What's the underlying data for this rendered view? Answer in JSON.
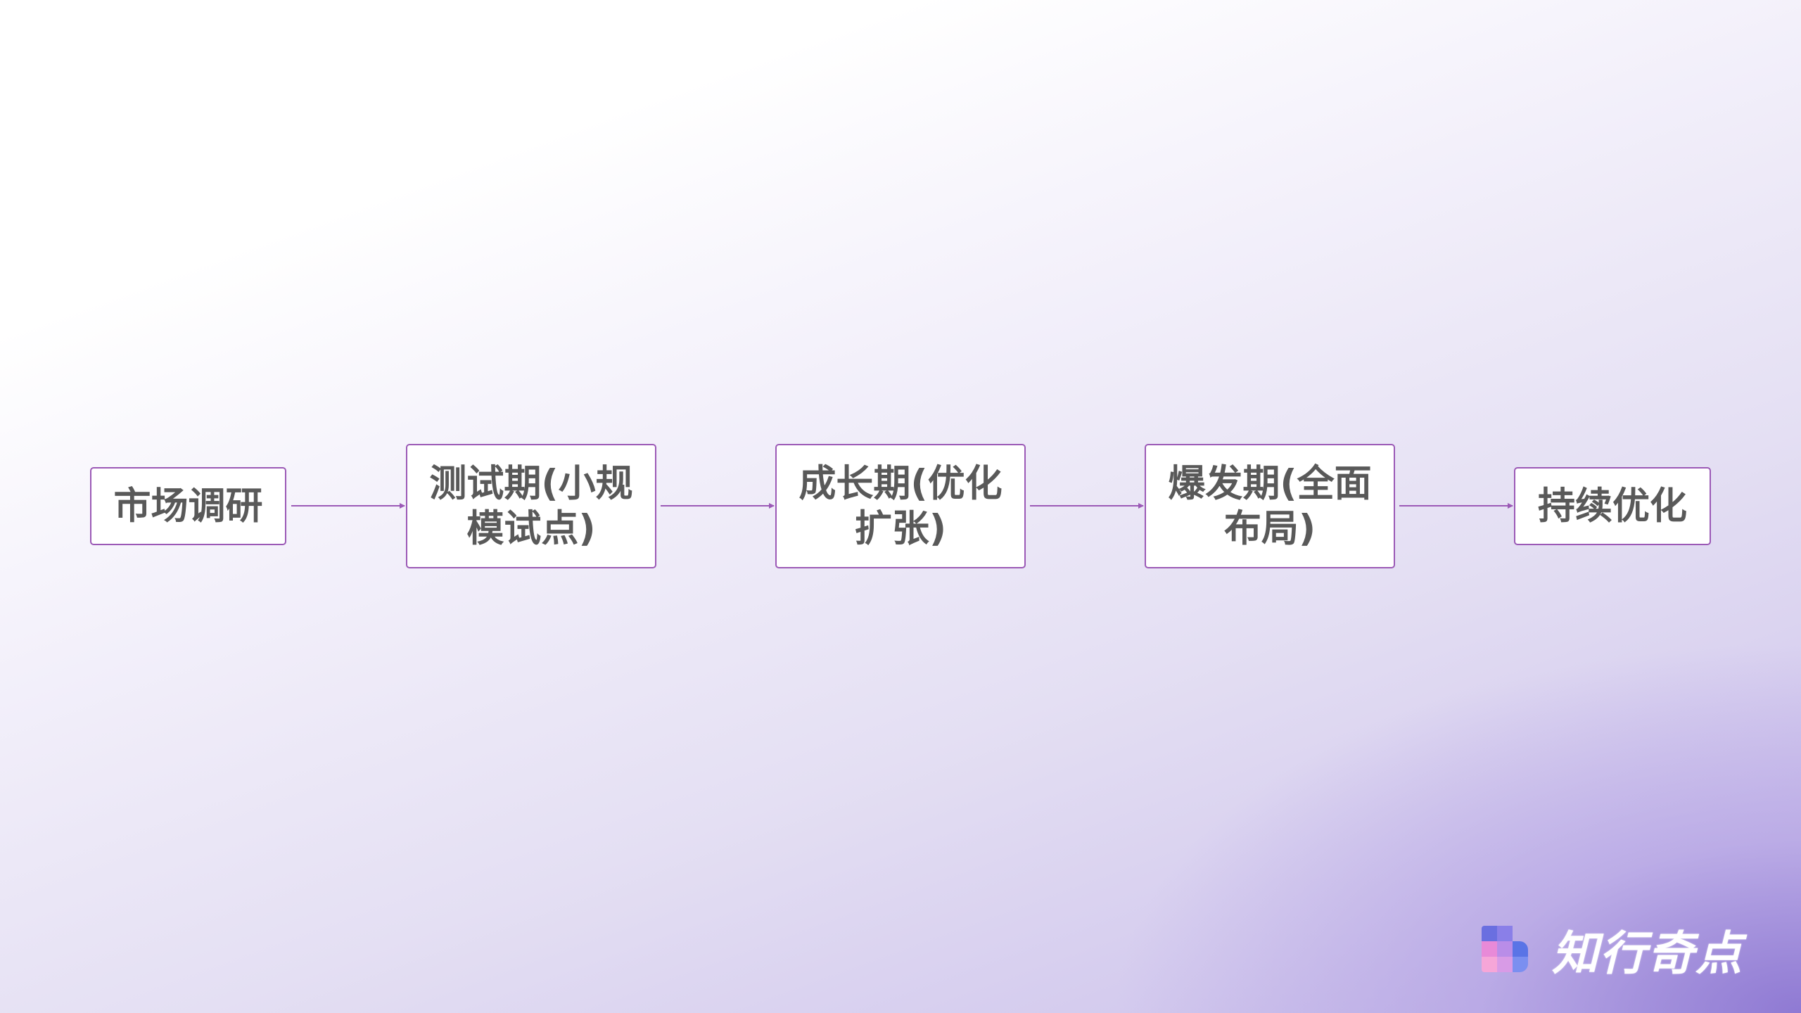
{
  "flow": {
    "steps": [
      {
        "lines": [
          "市场调研"
        ]
      },
      {
        "lines": [
          "测试期(小规",
          "模试点)"
        ]
      },
      {
        "lines": [
          "成长期(优化",
          "扩张)"
        ]
      },
      {
        "lines": [
          "爆发期(全面",
          "布局)"
        ]
      },
      {
        "lines": [
          "持续优化"
        ]
      }
    ],
    "border_color": "#9b59b6",
    "text_color": "#595959"
  },
  "logo": {
    "text": "知行奇点"
  }
}
